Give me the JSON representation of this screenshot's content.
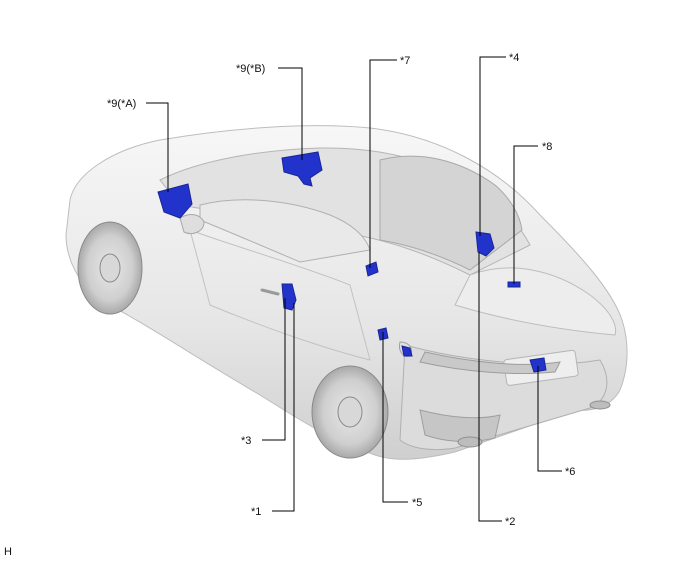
{
  "labels": {
    "c1": "*1",
    "c2": "*2",
    "c3": "*3",
    "c4": "*4",
    "c5": "*5",
    "c6": "*6",
    "c7": "*7",
    "c8": "*8",
    "c9a": "*9(*A)",
    "c9b": "*9(*B)"
  },
  "corner_mark": "H",
  "colors": {
    "component": "#2233cc",
    "component_dark": "#1a2499",
    "body_light": "#f3f3f3",
    "body_mid": "#dedede",
    "body_dark": "#c4c4c4",
    "leader": "#000000"
  }
}
